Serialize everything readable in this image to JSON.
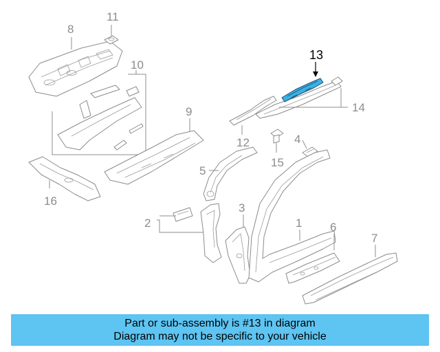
{
  "callouts": {
    "c1": "1",
    "c2": "2",
    "c3": "3",
    "c4": "4",
    "c5": "5",
    "c6": "6",
    "c7": "7",
    "c8": "8",
    "c9": "9",
    "c10": "10",
    "c11": "11",
    "c12": "12",
    "c13": "13",
    "c14": "14",
    "c15": "15",
    "c16": "16"
  },
  "highlighted_part": "13",
  "colors": {
    "highlight": "#3ab0e6",
    "banner": "#5ec4f2",
    "line": "#8a8a8a"
  },
  "banner": {
    "line1": "Part or sub-assembly is #13 in diagram",
    "line2": "Diagram may not be specific to your vehicle"
  }
}
